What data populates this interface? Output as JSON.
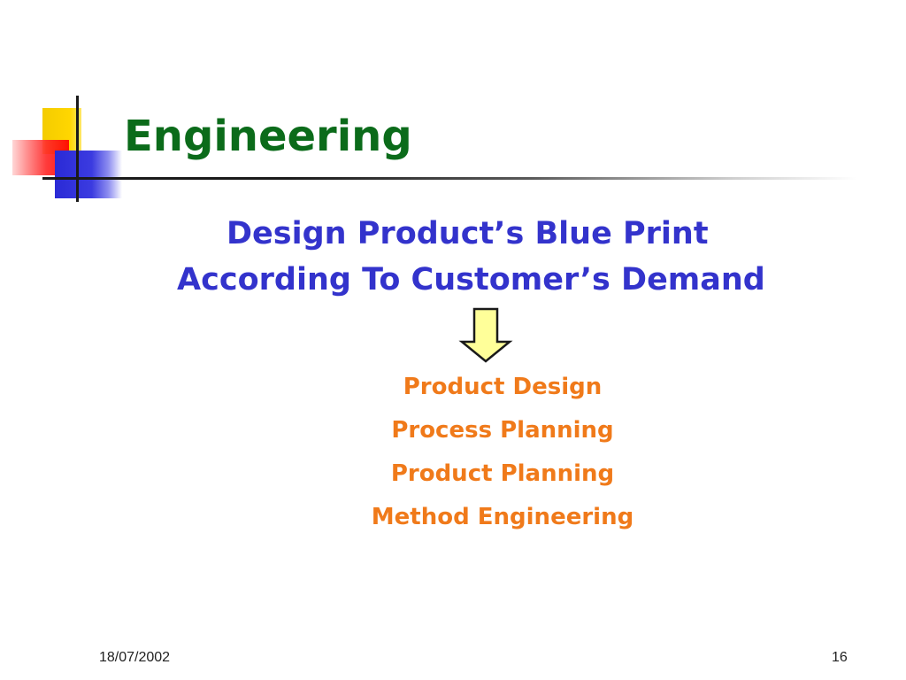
{
  "slide": {
    "title": "Engineering",
    "subtitle_line1": "Design Product’s Blue Print",
    "subtitle_line2": "According To Customer’s Demand",
    "arrow_icon": "down-arrow-icon",
    "items": [
      "Product Design",
      "Process Planning",
      "Product Planning",
      "Method Engineering"
    ],
    "footer": {
      "date": "18/07/2002",
      "page_number": "16"
    }
  },
  "colors": {
    "title": "#0b6b1a",
    "subtitle": "#3333cc",
    "items": "#f07a1a",
    "arrow_fill": "#ffff99",
    "accent_yellow": "#ffd600",
    "accent_red": "#ff2a2a",
    "accent_blue": "#3333d6"
  }
}
